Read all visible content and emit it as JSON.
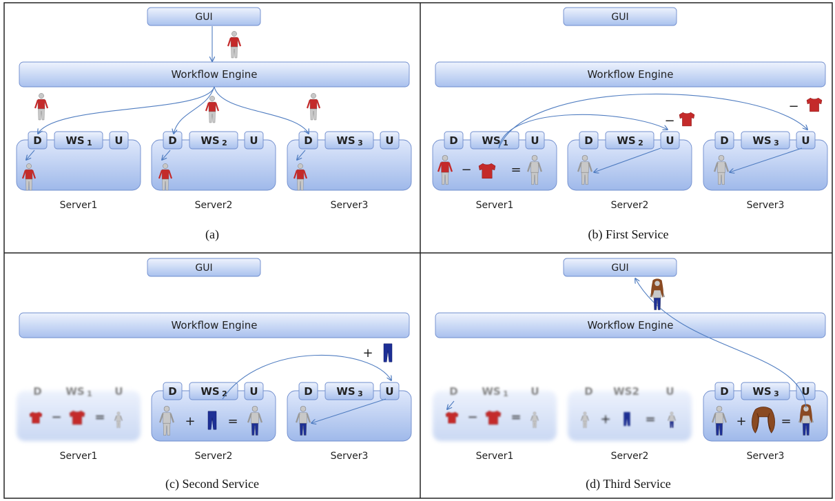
{
  "panels": [
    {
      "caption": "(a)",
      "gui": "GUI",
      "engine": "Workflow Engine",
      "servers": [
        {
          "name": "Server1",
          "d": "D",
          "ws_main": "WS",
          "ws_sub": "1",
          "u": "U",
          "state": "active"
        },
        {
          "name": "Server2",
          "d": "D",
          "ws_main": "WS",
          "ws_sub": "2",
          "u": "U",
          "state": "active"
        },
        {
          "name": "Server3",
          "d": "D",
          "ws_main": "WS",
          "ws_sub": "3",
          "u": "U",
          "state": "active"
        }
      ],
      "symbols": []
    },
    {
      "caption": "(b) First Service",
      "gui": "GUI",
      "engine": "Workflow Engine",
      "servers": [
        {
          "name": "Server1",
          "d": "D",
          "ws_main": "WS",
          "ws_sub": "1",
          "u": "U",
          "state": "active"
        },
        {
          "name": "Server2",
          "d": "D",
          "ws_main": "WS",
          "ws_sub": "2",
          "u": "U",
          "state": "active"
        },
        {
          "name": "Server3",
          "d": "D",
          "ws_main": "WS",
          "ws_sub": "3",
          "u": "U",
          "state": "active"
        }
      ],
      "symbols": [
        "−",
        "=",
        "−",
        "−"
      ]
    },
    {
      "caption": "(c) Second Service",
      "gui": "GUI",
      "engine": "Workflow Engine",
      "servers": [
        {
          "name": "Server1",
          "d": "D",
          "ws_main": "WS",
          "ws_sub": "1",
          "u": "U",
          "state": "faded"
        },
        {
          "name": "Server2",
          "d": "D",
          "ws_main": "WS",
          "ws_sub": "2",
          "u": "U",
          "state": "active"
        },
        {
          "name": "Server3",
          "d": "D",
          "ws_main": "WS",
          "ws_sub": "3",
          "u": "U",
          "state": "active"
        }
      ],
      "symbols": [
        "−",
        "=",
        "+",
        "=",
        "+"
      ]
    },
    {
      "caption": "(d) Third Service",
      "gui": "GUI",
      "engine": "Workflow Engine",
      "servers": [
        {
          "name": "Server1",
          "d": "D",
          "ws_main": "WS",
          "ws_sub": "1",
          "u": "U",
          "state": "faded"
        },
        {
          "name": "Server2",
          "d": "D",
          "ws_main": "WS2",
          "ws_sub": "",
          "u": "U",
          "state": "faded"
        },
        {
          "name": "Server3",
          "d": "D",
          "ws_main": "WS",
          "ws_sub": "3",
          "u": "U",
          "state": "active"
        }
      ],
      "symbols": [
        "−",
        "=",
        "+",
        "=",
        "+",
        "="
      ]
    }
  ],
  "colors": {
    "box_light": "#eef3fd",
    "box_dark": "#a9c1ee",
    "box_stroke": "#6e8ccd",
    "arrow": "#4f7cc0",
    "shirt": "#c42a2a",
    "pants": "#1d2f95",
    "hair": "#8a4a22",
    "skin": "#c8c8c8"
  }
}
